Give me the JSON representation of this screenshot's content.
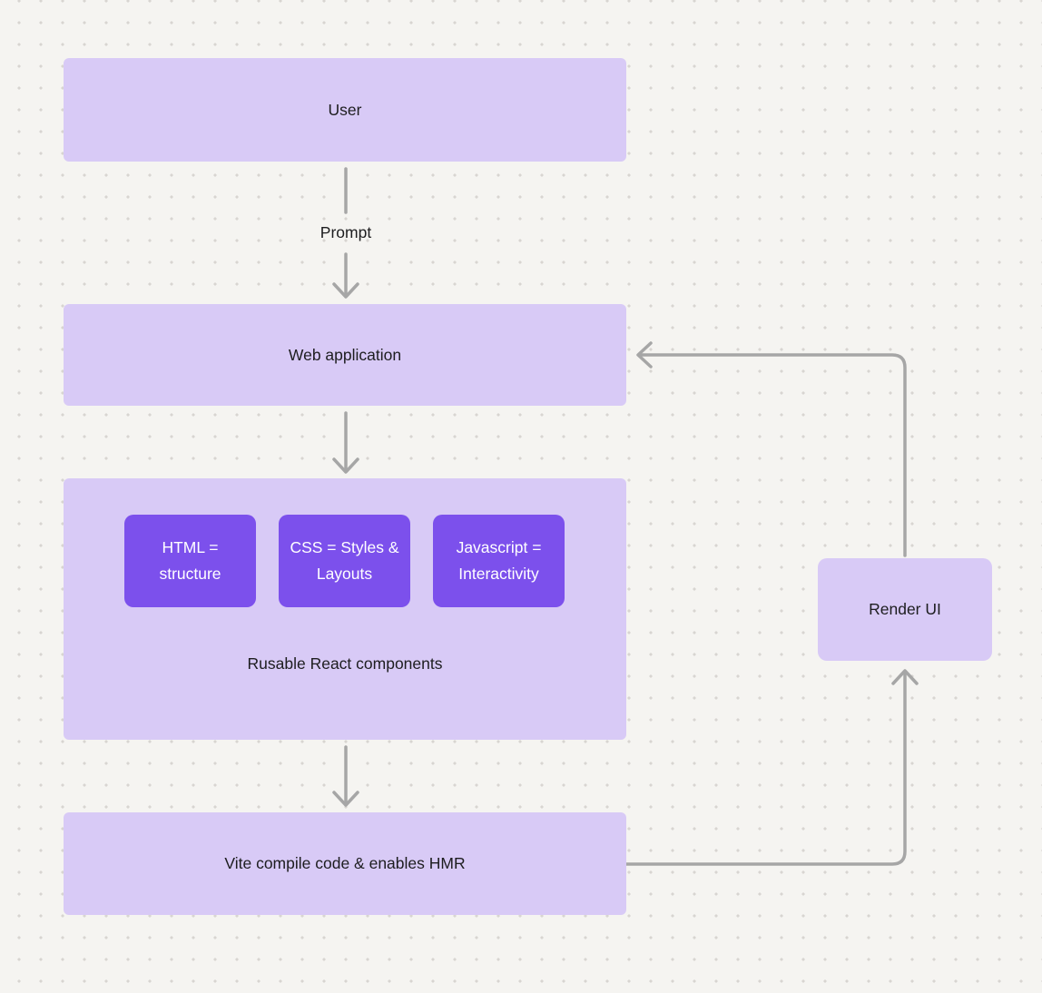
{
  "nodes": {
    "user": "User",
    "prompt": "Prompt",
    "web_application": "Web application",
    "chips": [
      "HTML = structure",
      "CSS = Styles & Layouts",
      "Javascript = Interactivity"
    ],
    "components_caption": "Rusable React components",
    "vite": "Vite compile code & enables HMR",
    "render_ui": "Render UI"
  },
  "colors": {
    "background": "#f5f4f1",
    "dot": "#d8d5d1",
    "node_fill": "#d8caf6",
    "chip_fill": "#7c50ec",
    "chip_text": "#ffffff",
    "arrow": "#a6a6a6",
    "text": "#1d1d1f"
  }
}
